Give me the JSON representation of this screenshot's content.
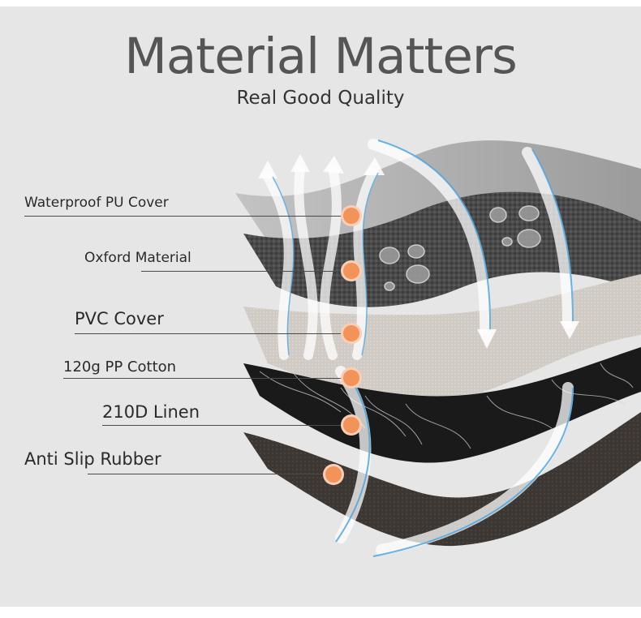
{
  "title": "Material Matters",
  "subtitle": "Real Good Quality",
  "layers": [
    {
      "label": "Waterproof PU Cover"
    },
    {
      "label": "Oxford Material"
    },
    {
      "label": "PVC Cover"
    },
    {
      "label": "120g PP Cotton"
    },
    {
      "label": "210D Linen"
    },
    {
      "label": "Anti Slip Rubber"
    }
  ],
  "colors": {
    "background": "#e6e6e6",
    "title": "#555555",
    "marker": "#f2935a",
    "airflow": "#4fa6e0"
  }
}
